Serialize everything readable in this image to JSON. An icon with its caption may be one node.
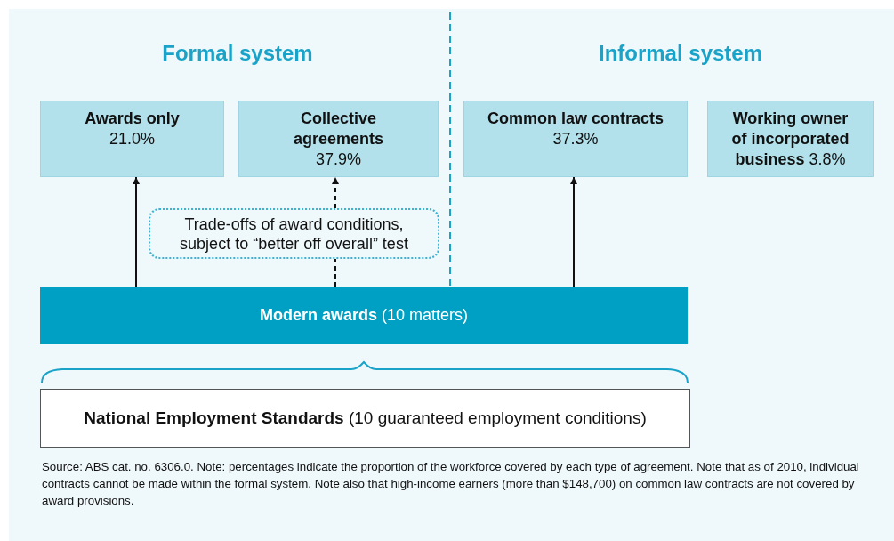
{
  "diagram": {
    "caption": "Source: ABS cat. no. 6306.0. Note: percentages indicate the proportion of the workforce covered by each type of agreement. Note that as of 2010, individual contracts cannot be made within the formal system. Note also that high-income earners (more than $148,700) on common law contracts are not covered by award provisions.",
    "nodes": [
      {
        "text": [
          "Awards only",
          "21.0%"
        ]
      },
      {
        "text": [
          "Collective agreements",
          "37.9%"
        ]
      },
      {
        "text": [
          "Common law contracts",
          "37.3%"
        ]
      },
      {
        "text": [
          "Working owner of incorporated business",
          "3.8%"
        ]
      },
      {
        "text": [
          "Trade-offs of award conditions, subject to “better off overall” test"
        ]
      },
      {
        "text": [
          "**Modern awards** (10 matters)"
        ]
      },
      {
        "text": [
          "**National Employment Standards** (10 guaranteed employment conditions)"
        ]
      }
    ],
    "edges": [
      {
        "from": 5,
        "to": 0,
        "arrow": "to"
      },
      {
        "from": 5,
        "to": 4,
        "arrow": "none",
        "style": "dashed"
      },
      {
        "from": 4,
        "to": 1,
        "arrow": "to",
        "style": "dashed"
      },
      {
        "from": 5,
        "to": 2,
        "arrow": "to"
      }
    ],
    "labels": [
      "Formal system",
      "Informal system"
    ]
  }
}
